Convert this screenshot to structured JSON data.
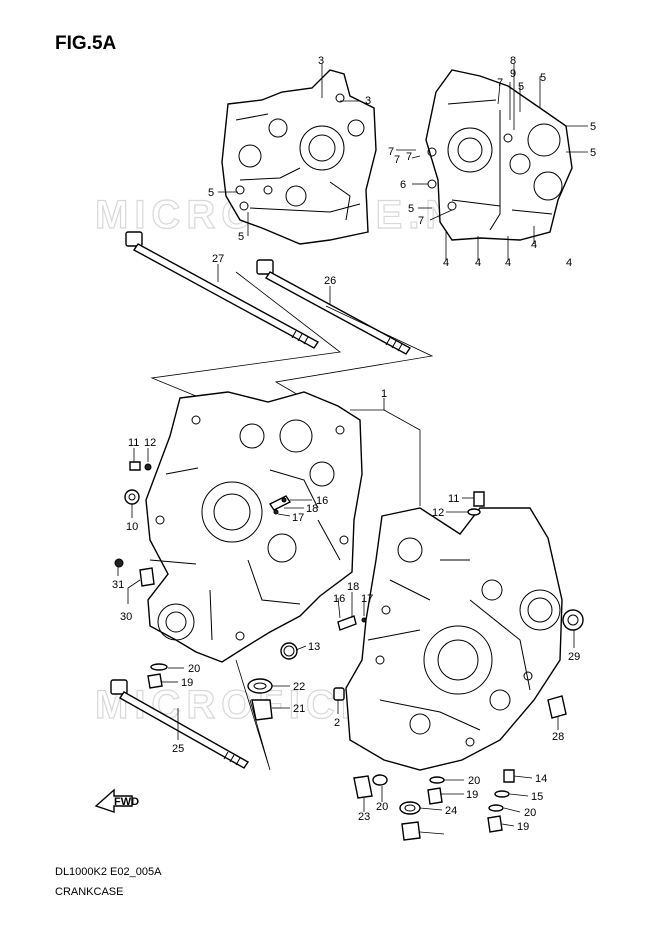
{
  "figure": {
    "title": "FIG.5A",
    "model_code": "DL1000K2 E02_005A",
    "caption": "CRANKCASE",
    "watermark": "MICROFICHE.NET",
    "fwd_label": "FWD"
  },
  "callouts": [
    "3",
    "3",
    "8",
    "9",
    "7",
    "5",
    "5",
    "5",
    "5",
    "7",
    "7",
    "7",
    "5",
    "5",
    "6",
    "5",
    "7",
    "4",
    "4",
    "4",
    "4",
    "4",
    "27",
    "26",
    "1",
    "11",
    "12",
    "10",
    "16",
    "18",
    "17",
    "11",
    "12",
    "31",
    "30",
    "18",
    "16",
    "17",
    "13",
    "29",
    "20",
    "19",
    "22",
    "21",
    "2",
    "25",
    "28",
    "14",
    "20",
    "15",
    "19",
    "20",
    "24",
    "20",
    "19",
    "23"
  ]
}
